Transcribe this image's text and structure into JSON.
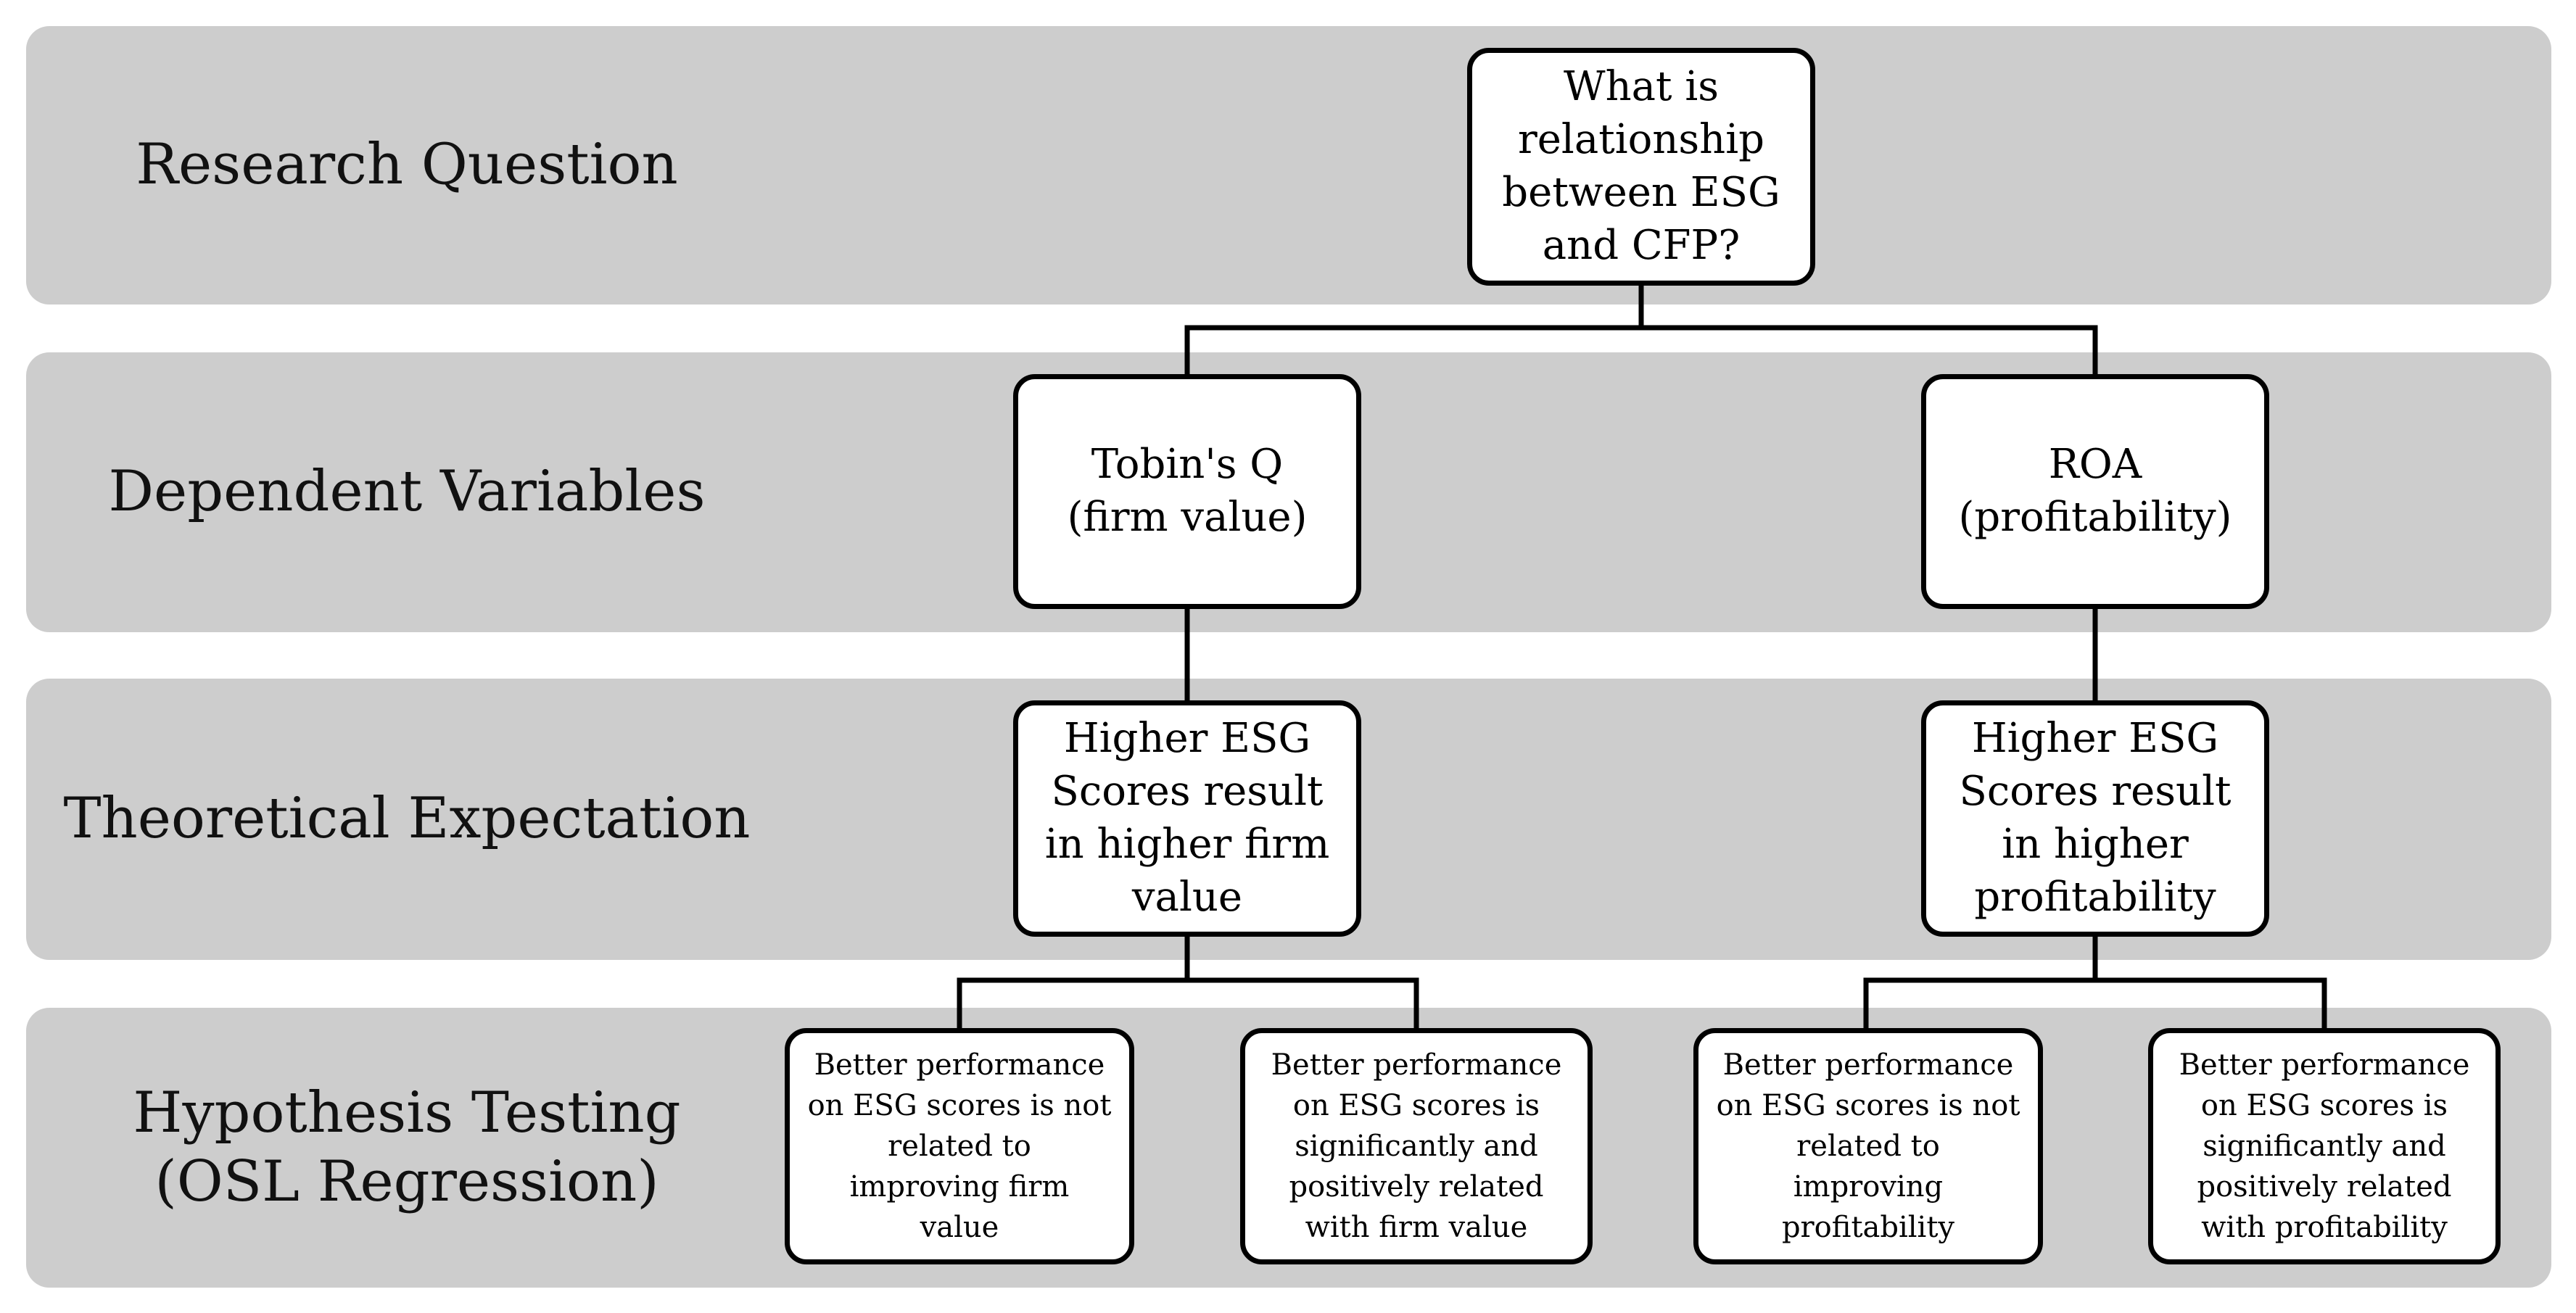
{
  "rows": {
    "research_question": "Research Question",
    "dependent_variables": "Dependent Variables",
    "theoretical_expectation": "Theoretical Expectation",
    "hypothesis_testing": "Hypothesis Testing\n(OSL Regression)"
  },
  "boxes": {
    "question": "What is\nrelationship\nbetween ESG\nand CFP?",
    "tobins_q": "Tobin's Q\n(firm value)",
    "roa": "ROA\n(profitability)",
    "expectation_firm_value": "Higher ESG\nScores result\nin higher firm\nvalue",
    "expectation_profitability": "Higher ESG\nScores result\nin higher\nprofitability",
    "h_firm_value_null": "Better performance\non ESG scores is not\nrelated to\nimproving firm\nvalue",
    "h_firm_value_positive": "Better performance\non ESG scores is\nsignificantly and\npositively related\nwith firm value",
    "h_profitability_null": "Better performance\non ESG scores is not\nrelated to\nimproving\nprofitability",
    "h_profitability_positive": "Better performance\non ESG scores is\nsignificantly and\npositively related\nwith profitability"
  },
  "colors": {
    "band": "#cdcdcd",
    "box_fill": "#ffffff",
    "stroke": "#000000"
  }
}
